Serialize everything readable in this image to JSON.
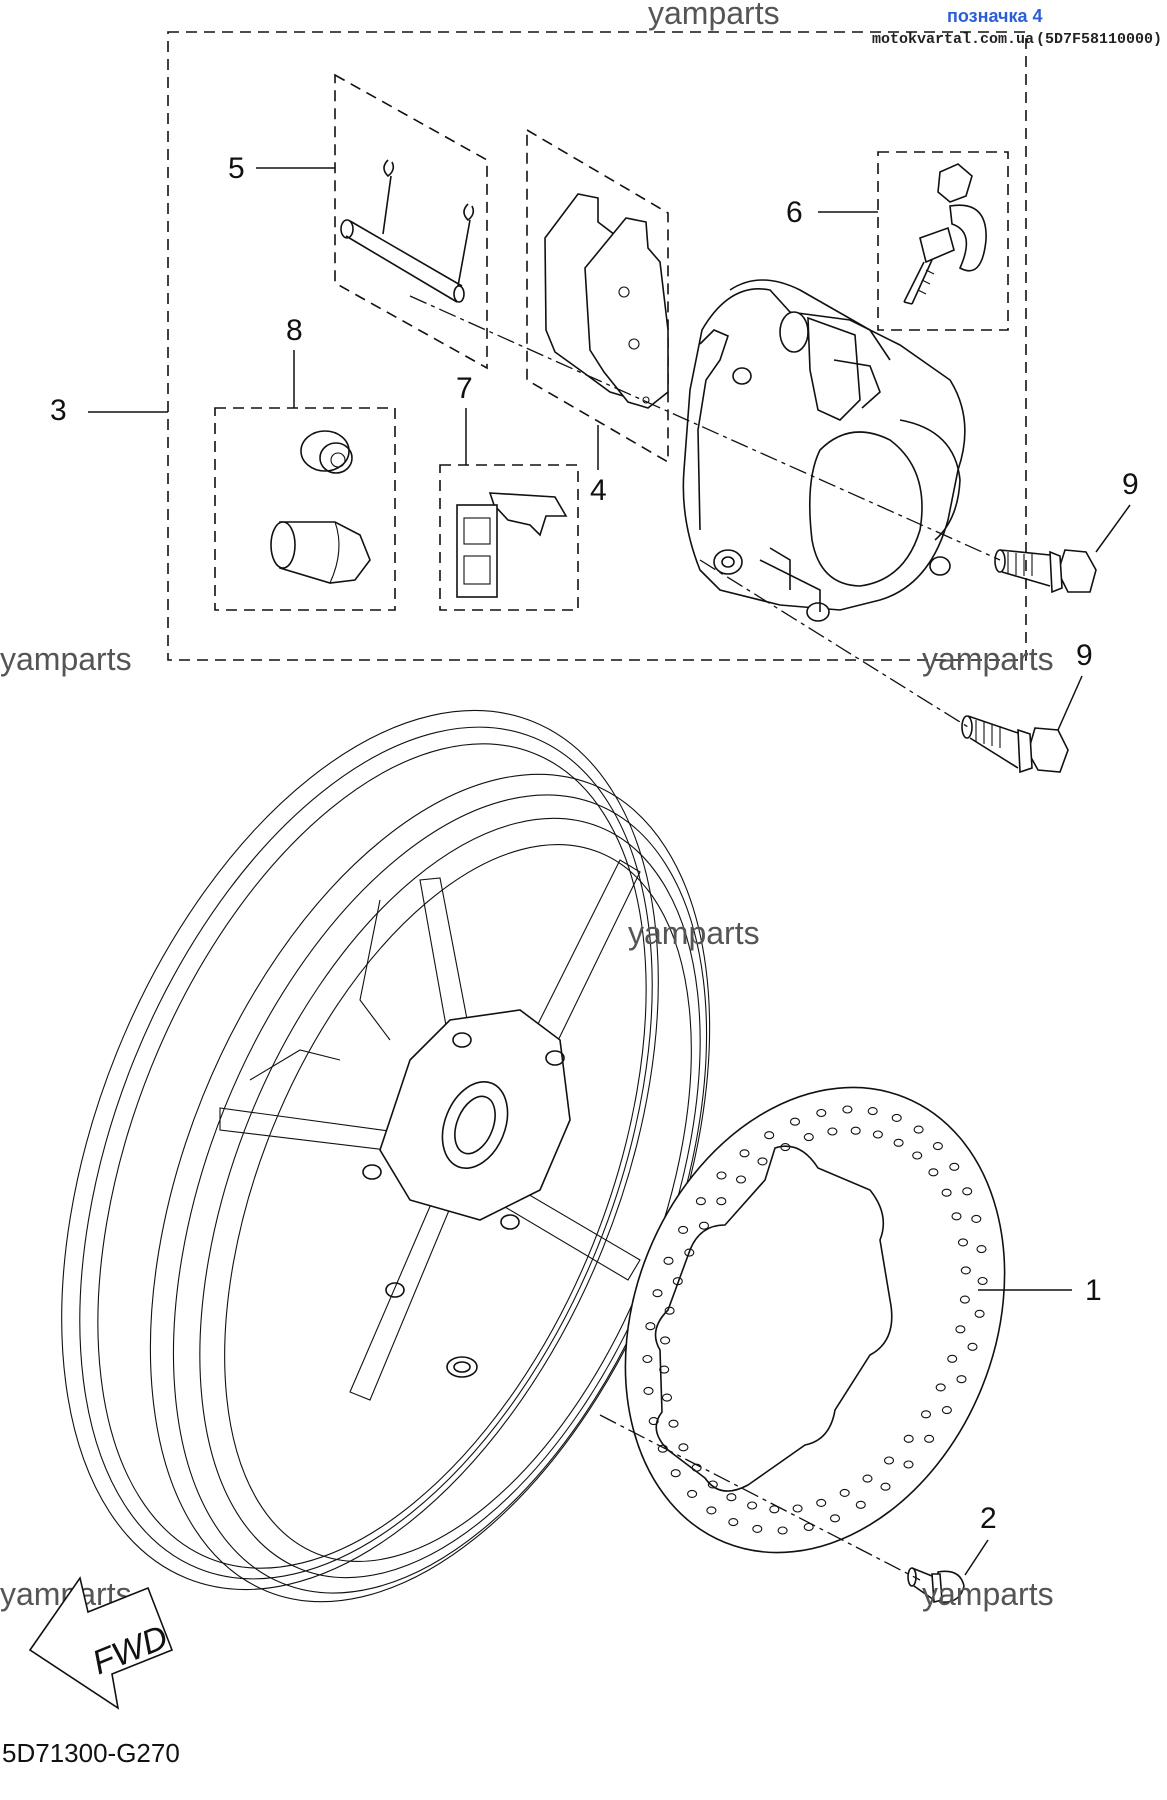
{
  "header": {
    "tag": "позначка 4",
    "source": "motokvartal.com.ua",
    "part_code": "(5D7F58110000)"
  },
  "watermark": "yamparts",
  "callouts": [
    "1",
    "2",
    "3",
    "4",
    "5",
    "6",
    "7",
    "8",
    "9",
    "9"
  ],
  "direction_label": "FWD",
  "diagram_code": "5D71300-G270"
}
